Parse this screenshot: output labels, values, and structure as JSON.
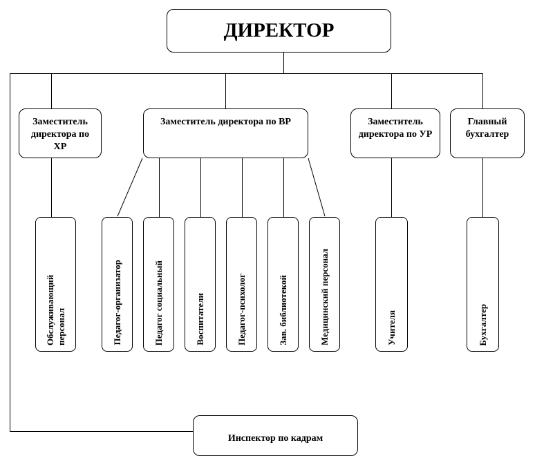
{
  "director": "ДИРЕКТОР",
  "deputies": {
    "hr": "Заместитель директора по ХР",
    "vr": "Заместитель директора по ВР",
    "ur": "Заместитель директора по УР",
    "accountant": "Главный бухгалтер"
  },
  "staff": {
    "service": "Обслуживающий персонал",
    "organizer": "Педагог-организатор",
    "social": "Педагог социальный",
    "educators": "Воспитатели",
    "psychologist": "Педагог-психолог",
    "library": "Зав. библиотекой",
    "medical": "Медицинский персонал",
    "teachers": "Учителя",
    "bookkeeper": "Бухгалтер"
  },
  "inspector": "Инспектор по кадрам"
}
